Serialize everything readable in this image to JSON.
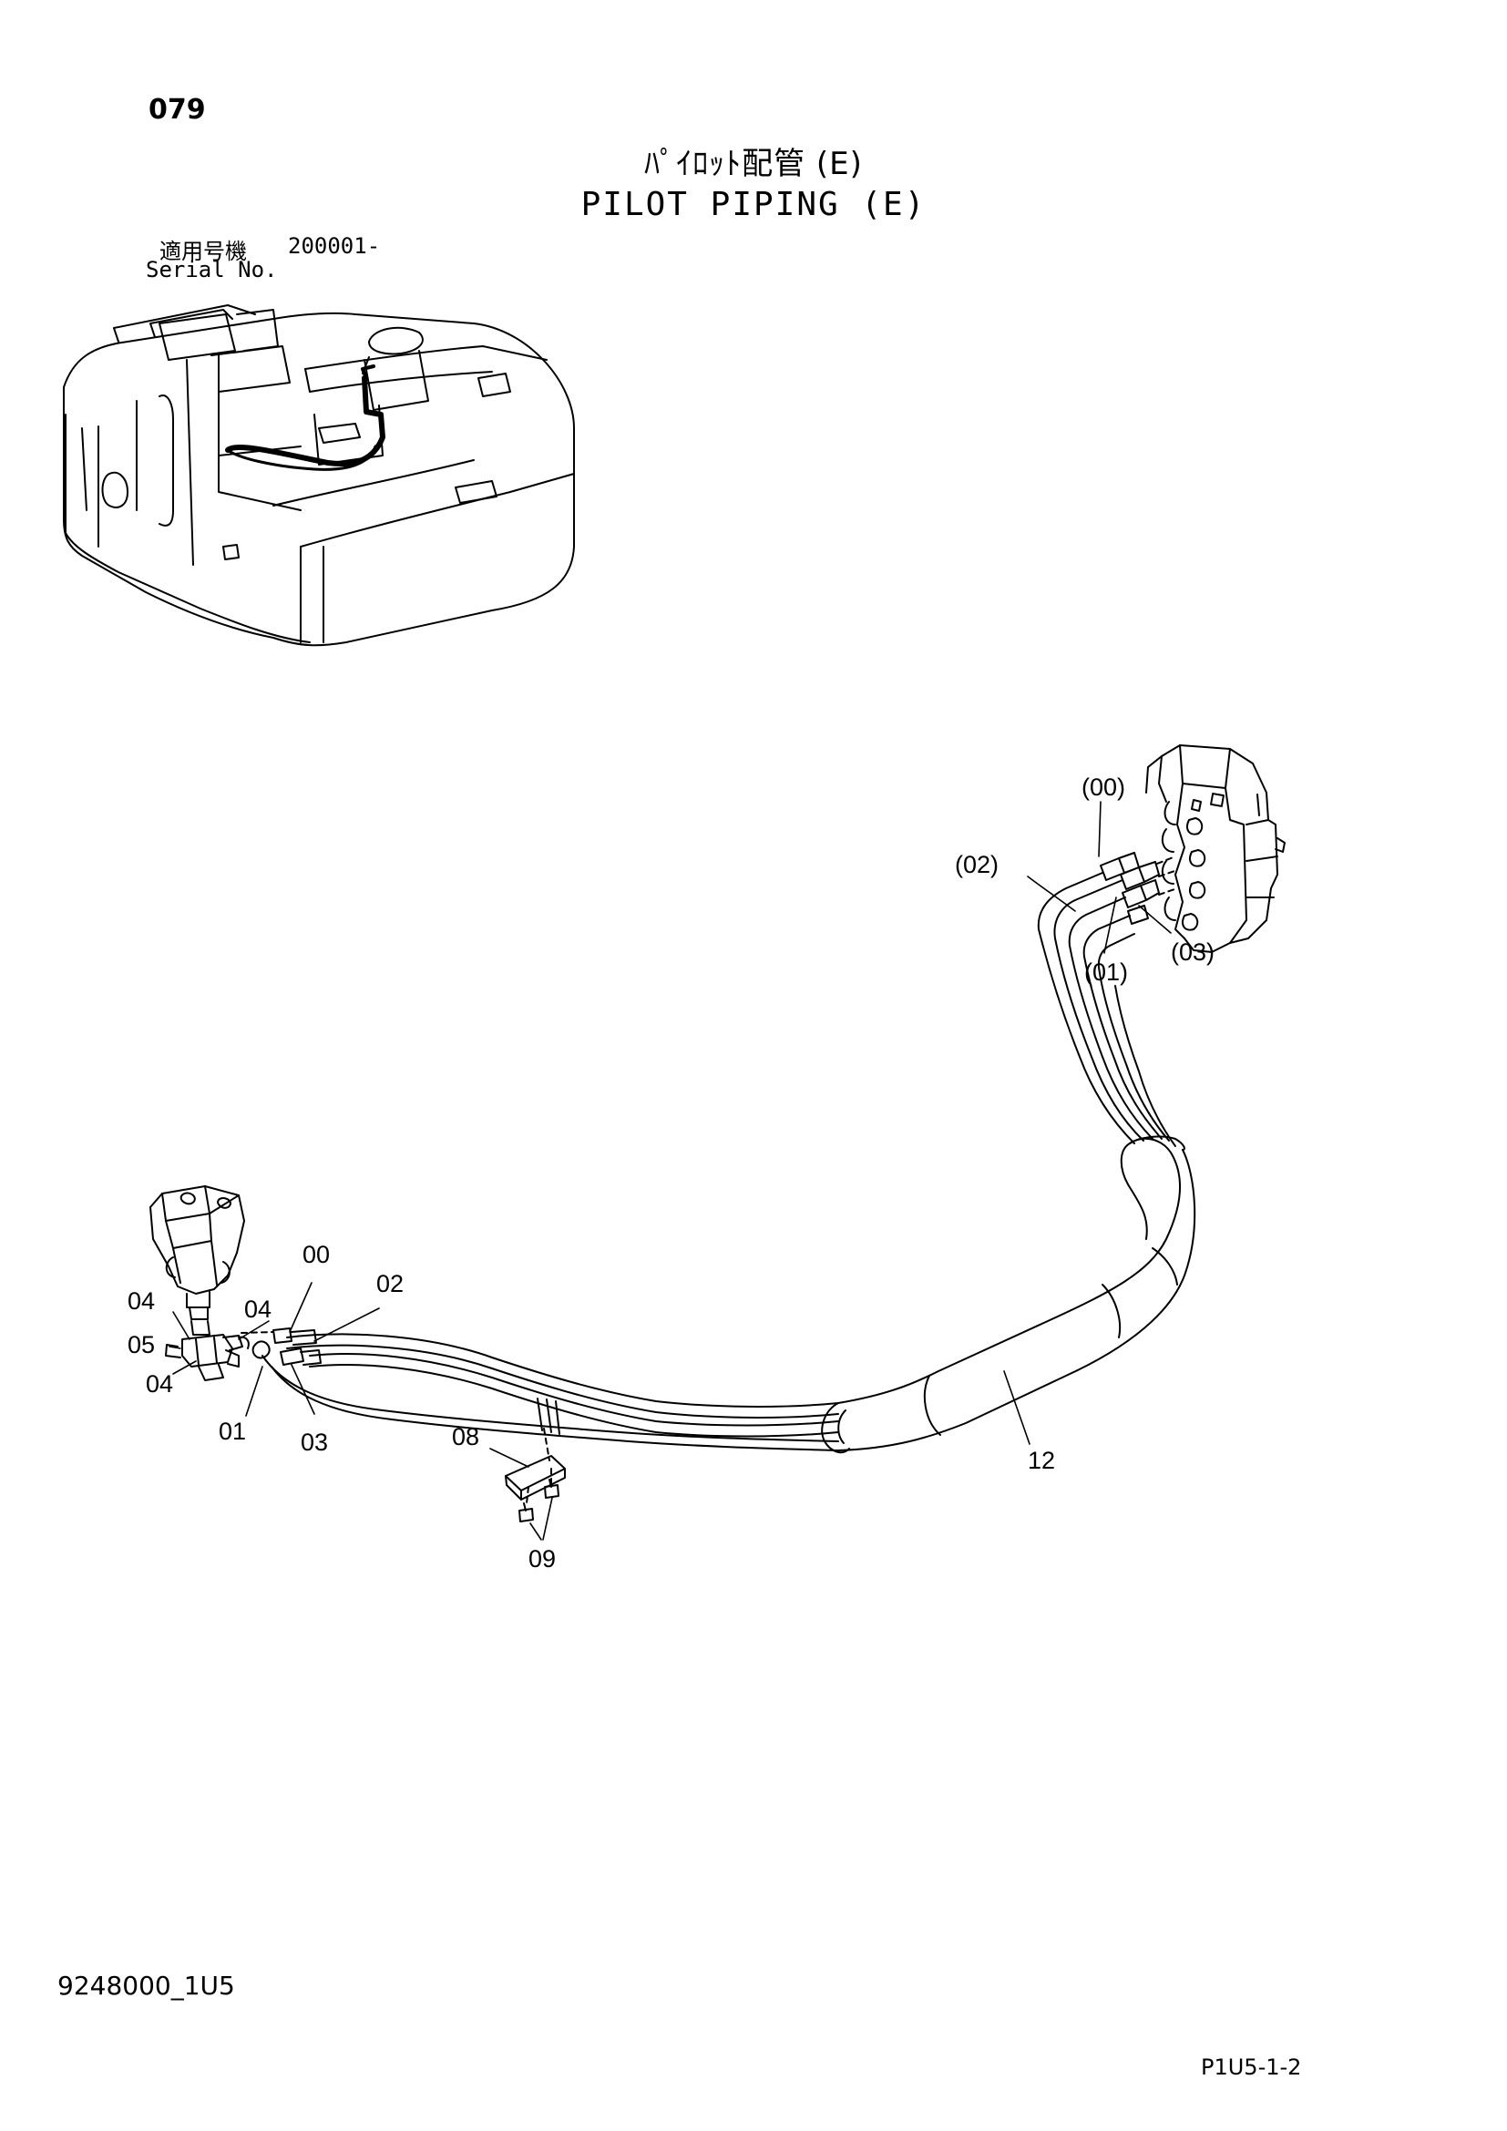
{
  "page_number": "079",
  "title_jp": "ﾊﾟｲﾛｯﾄ配管 (E)",
  "title_en": "PILOT PIPING (E)",
  "serial": {
    "label_jp": "適用号機",
    "value": "200001-",
    "label_en": "Serial No."
  },
  "callouts": {
    "p00_paren": "(00)",
    "p02_paren": "(02)",
    "p01_paren": "(01)",
    "p03_paren": "(03)",
    "p00": "00",
    "p02": "02",
    "p04_a": "04",
    "p04_b": "04",
    "p05": "05",
    "p04_c": "04",
    "p01": "01",
    "p03": "03",
    "p08": "08",
    "p09": "09",
    "p12": "12"
  },
  "doc_code": "9248000_1U5",
  "sheet_code": "P1U5-1-2"
}
